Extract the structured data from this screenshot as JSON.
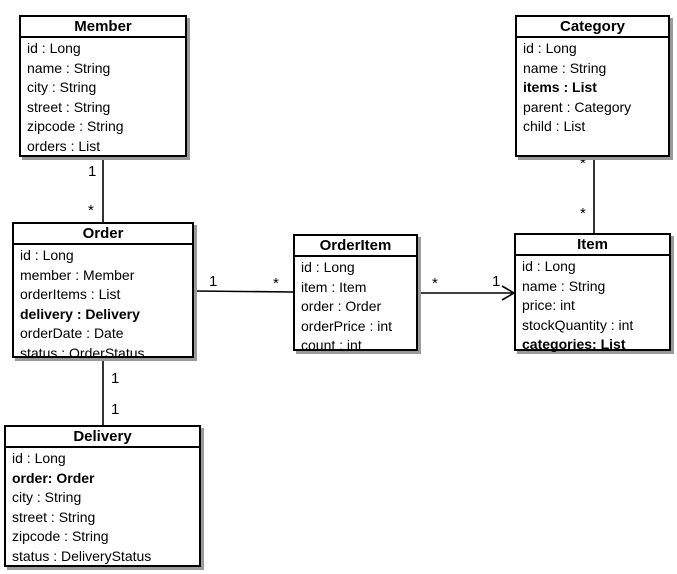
{
  "classes": {
    "member": {
      "name": "Member",
      "attributes": [
        {
          "name": "id",
          "type": "Long",
          "bold": false
        },
        {
          "name": "name",
          "type": "String",
          "bold": false
        },
        {
          "name": "city",
          "type": "String",
          "bold": false
        },
        {
          "name": "street",
          "type": "String",
          "bold": false
        },
        {
          "name": "zipcode",
          "type": "String",
          "bold": false
        },
        {
          "name": "orders",
          "type": "List",
          "bold": false
        }
      ]
    },
    "order": {
      "name": "Order",
      "attributes": [
        {
          "name": "id",
          "type": "Long",
          "bold": false
        },
        {
          "name": "member",
          "type": "Member",
          "bold": false
        },
        {
          "name": "orderItems",
          "type": "List",
          "bold": false
        },
        {
          "name": "delivery",
          "type": "Delivery",
          "bold": true
        },
        {
          "name": "orderDate",
          "type": "Date",
          "bold": false
        },
        {
          "name": "status",
          "type": "OrderStatus",
          "bold": false
        }
      ]
    },
    "delivery": {
      "name": "Delivery",
      "attributes": [
        {
          "name": "id",
          "type": "Long",
          "bold": false
        },
        {
          "name": "order",
          "type": "Order",
          "bold": true,
          "sep": ": "
        },
        {
          "name": "city",
          "type": "String",
          "bold": false
        },
        {
          "name": "street",
          "type": "String",
          "bold": false
        },
        {
          "name": "zipcode",
          "type": "String",
          "bold": false
        },
        {
          "name": "status",
          "type": "DeliveryStatus",
          "bold": false
        }
      ]
    },
    "orderitem": {
      "name": "OrderItem",
      "attributes": [
        {
          "name": "id",
          "type": "Long",
          "bold": false
        },
        {
          "name": "item",
          "type": "Item",
          "bold": false
        },
        {
          "name": "order",
          "type": "Order",
          "bold": false
        },
        {
          "name": "orderPrice",
          "type": "int",
          "bold": false
        },
        {
          "name": "count",
          "type": "int",
          "bold": false
        }
      ]
    },
    "category": {
      "name": "Category",
      "attributes": [
        {
          "name": "id",
          "type": "Long",
          "bold": false
        },
        {
          "name": "name",
          "type": "String",
          "bold": false
        },
        {
          "name": "items",
          "type": "List",
          "bold": true
        },
        {
          "name": "parent",
          "type": "Category",
          "bold": false
        },
        {
          "name": "child",
          "type": "List",
          "bold": false
        }
      ]
    },
    "item": {
      "name": "Item",
      "attributes": [
        {
          "name": "id",
          "type": "Long",
          "bold": false
        },
        {
          "name": "name",
          "type": "String",
          "bold": false
        },
        {
          "name": "price",
          "type": "int",
          "bold": false,
          "sep": ": "
        },
        {
          "name": "stockQuantity",
          "type": "int",
          "bold": false
        },
        {
          "name": "categories",
          "type": "List",
          "bold": true,
          "sep": ": "
        }
      ]
    }
  },
  "relations": {
    "member_order": {
      "from_mult": "1",
      "to_mult": "*"
    },
    "order_delivery": {
      "from_mult": "1",
      "to_mult": "1"
    },
    "order_orderitem": {
      "from_mult": "1",
      "to_mult": "*"
    },
    "orderitem_item": {
      "from_mult": "*",
      "to_mult": "1",
      "arrow": "open"
    },
    "category_item": {
      "from_mult": "*",
      "to_mult": "*"
    }
  }
}
